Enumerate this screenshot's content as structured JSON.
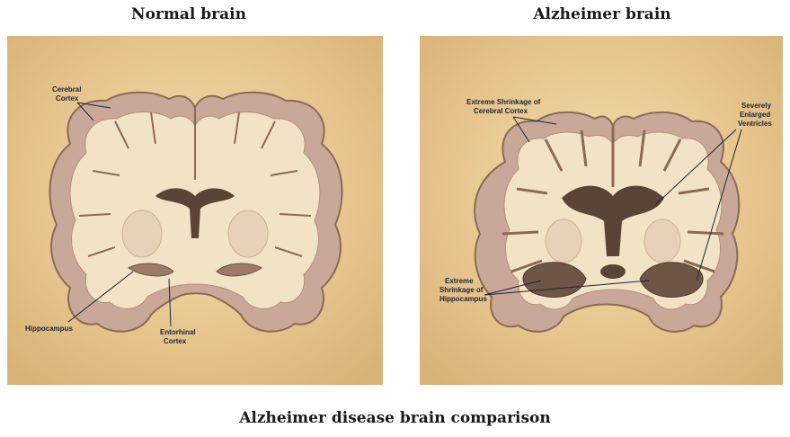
{
  "panels": {
    "left": {
      "title": "Normal brain",
      "labels": {
        "cortex_line1": "Cerebral",
        "cortex_line2": "Cortex",
        "hippocampus": "Hippocampus",
        "entorhinal_line1": "Entorhinal",
        "entorhinal_line2": "Cortex"
      }
    },
    "right": {
      "title": "Alzheimer brain",
      "labels": {
        "shrink_cortex_line1": "Extreme Shrinkage of",
        "shrink_cortex_line2": "Cerebral Cortex",
        "ventricles_line1": "Severely",
        "ventricles_line2": "Enlarged",
        "ventricles_line3": "Ventricles",
        "shrink_hippo_line1": "Extreme",
        "shrink_hippo_line2": "Shrinkage of",
        "shrink_hippo_line3": "Hippocampus"
      }
    }
  },
  "caption": "Alzheimer disease brain comparison",
  "colors": {
    "background_tan": "#e8c98f",
    "brain_fill": "#f3e3c6",
    "brain_outline": "#8a6a55",
    "cortex_band": "#c9a89a"
  }
}
